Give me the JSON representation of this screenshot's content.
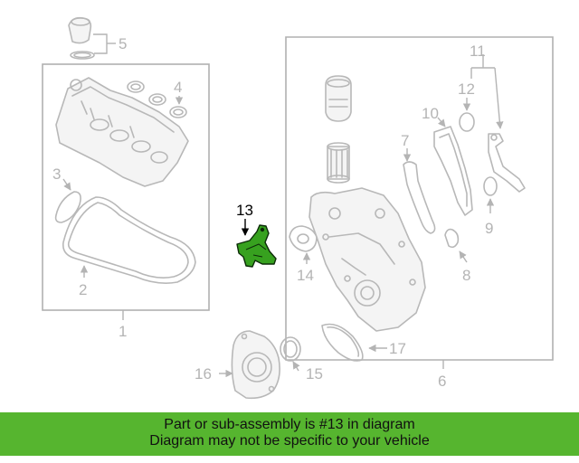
{
  "diagram": {
    "callouts": {
      "c1": "1",
      "c2": "2",
      "c3": "3",
      "c4": "4",
      "c5": "5",
      "c6": "6",
      "c7": "7",
      "c8": "8",
      "c9": "9",
      "c10": "10",
      "c11": "11",
      "c12": "12",
      "c13": "13",
      "c14": "14",
      "c15": "15",
      "c16": "16",
      "c17": "17"
    },
    "highlighted_part": "13"
  },
  "banner": {
    "line1": "Part or sub-assembly is #13 in diagram",
    "line2": "Diagram may not be specific to your vehicle"
  },
  "colors": {
    "highlight_green": "#37a11f",
    "banner_green": "#56b52f",
    "line_gray": "#b4b4b4"
  }
}
